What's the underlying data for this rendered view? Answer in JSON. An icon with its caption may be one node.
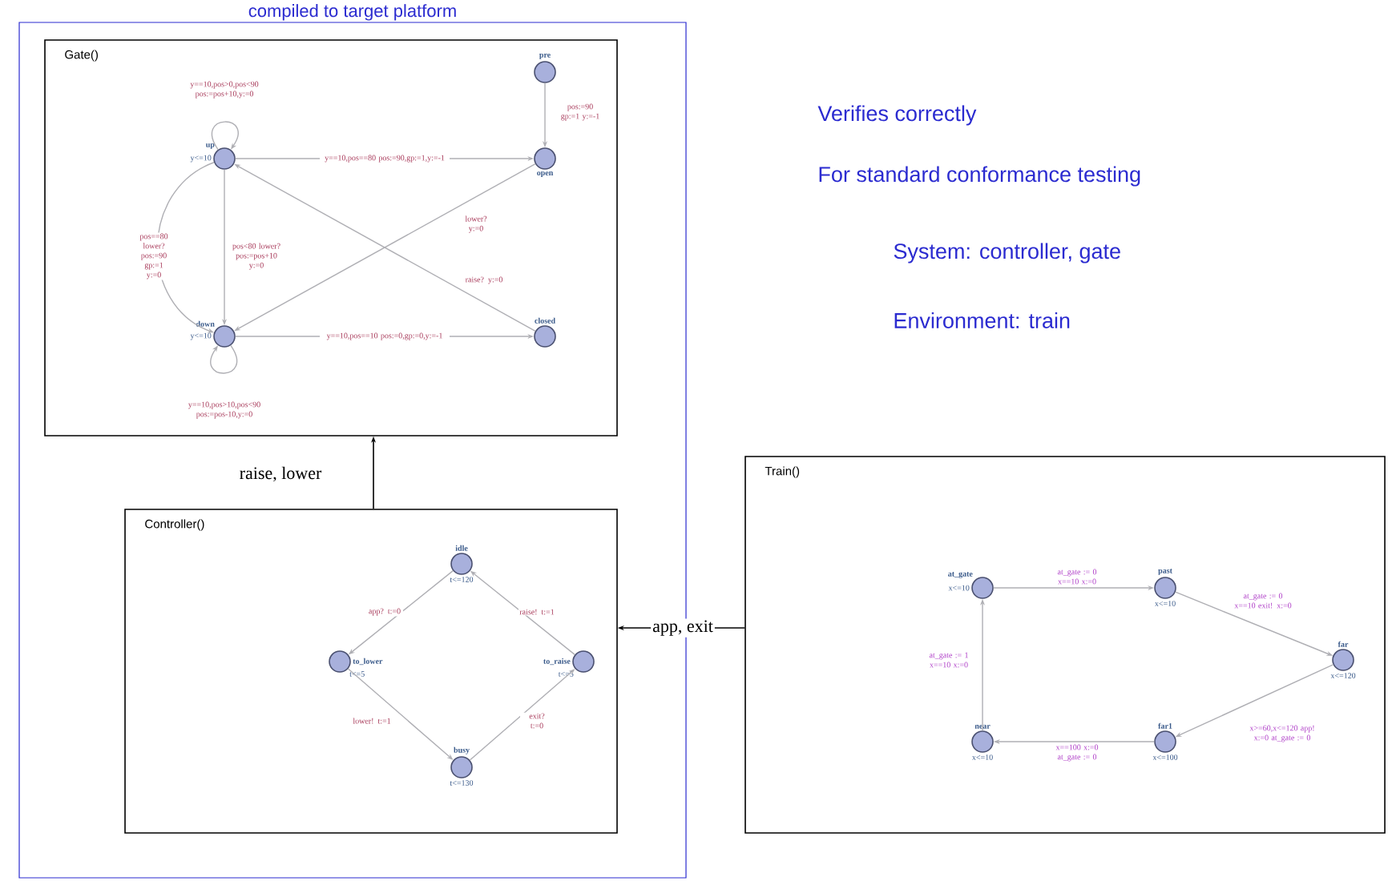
{
  "diagram": {
    "nodes": [
      {
        "text": [
          "compiled to target platform"
        ]
      },
      {
        "text": [
          "Gate()"
        ],
        "in": 0
      },
      {
        "text": [
          "pre"
        ],
        "in": 1
      },
      {
        "text": [
          "up",
          "y<=10"
        ],
        "in": 1
      },
      {
        "text": [
          "open"
        ],
        "in": 1
      },
      {
        "text": [
          "down",
          "y<=10"
        ],
        "in": 1
      },
      {
        "text": [
          "closed"
        ],
        "in": 1
      },
      {
        "text": [
          "Controller()"
        ],
        "in": 0
      },
      {
        "text": [
          "idle",
          "t<=120"
        ],
        "in": 7
      },
      {
        "text": [
          "to_lower",
          "t<=5"
        ],
        "in": 7
      },
      {
        "text": [
          "to_raise",
          "t<=5"
        ],
        "in": 7
      },
      {
        "text": [
          "busy",
          "t<=130"
        ],
        "in": 7
      },
      {
        "text": [
          "Train()"
        ]
      },
      {
        "text": [
          "at_gate",
          "x<=10"
        ],
        "in": 12
      },
      {
        "text": [
          "past",
          "x<=10"
        ],
        "in": 12
      },
      {
        "text": [
          "far",
          "x<=120"
        ],
        "in": 12
      },
      {
        "text": [
          "far1",
          "x<=100"
        ],
        "in": 12
      },
      {
        "text": [
          "near",
          "x<=10"
        ],
        "in": 12
      }
    ],
    "edges": [
      {
        "from": 2,
        "to": 4,
        "arrow": "to",
        "label": "pos:=90 gp:=1 y:=-1"
      },
      {
        "from": 3,
        "to": 3,
        "arrow": "to",
        "label": "y==10,pos>0,pos<90 pos:=pos+10,y:=0"
      },
      {
        "from": 3,
        "to": 4,
        "arrow": "to",
        "label": "y==10,pos==80 pos:=90,gp:=1,y:=-1"
      },
      {
        "from": 4,
        "to": 5,
        "arrow": "to",
        "label": "lower? y:=0"
      },
      {
        "from": 6,
        "to": 3,
        "arrow": "to",
        "label": "raise? y:=0"
      },
      {
        "from": 3,
        "to": 5,
        "arrow": "to",
        "label": "pos==80 lower? pos:=90 gp:=1 y:=0"
      },
      {
        "from": 3,
        "to": 5,
        "arrow": "to",
        "label": "pos<80 lower? pos:=pos+10 y:=0"
      },
      {
        "from": 5,
        "to": 6,
        "arrow": "to",
        "label": "y==10,pos==10 pos:=0,gp:=0,y:=-1"
      },
      {
        "from": 5,
        "to": 5,
        "arrow": "to",
        "label": "y==10,pos>10,pos<90 pos:=pos-10,y:=0"
      },
      {
        "from": 8,
        "to": 9,
        "arrow": "to",
        "label": "app? t:=0"
      },
      {
        "from": 9,
        "to": 11,
        "arrow": "to",
        "label": "lower! t:=1"
      },
      {
        "from": 11,
        "to": 10,
        "arrow": "to",
        "label": "exit? t:=0"
      },
      {
        "from": 10,
        "to": 8,
        "arrow": "to",
        "label": "raise! t:=1"
      },
      {
        "from": 7,
        "to": 1,
        "arrow": "to",
        "label": "raise, lower",
        "color": "#000000"
      },
      {
        "from": 12,
        "to": 7,
        "arrow": "to",
        "label": "app, exit",
        "color": "#000000"
      },
      {
        "from": 13,
        "to": 14,
        "arrow": "to",
        "label": "at_gate := 0 x==10 x:=0"
      },
      {
        "from": 14,
        "to": 15,
        "arrow": "to",
        "label": "at_gate := 0 x==10 exit! x:=0"
      },
      {
        "from": 15,
        "to": 16,
        "arrow": "to",
        "label": "x>=60,x<=120 app! x:=0 at_gate := 0"
      },
      {
        "from": 16,
        "to": 17,
        "arrow": "to",
        "label": "x==100 x:=0 at_gate := 0"
      },
      {
        "from": 17,
        "to": 13,
        "arrow": "to",
        "label": "at_gate := 1 x==10 x:=0"
      }
    ],
    "labels": [
      "Verifies correctly",
      "For standard conformance testing",
      "System: controller, gate",
      "Environment: train"
    ]
  }
}
